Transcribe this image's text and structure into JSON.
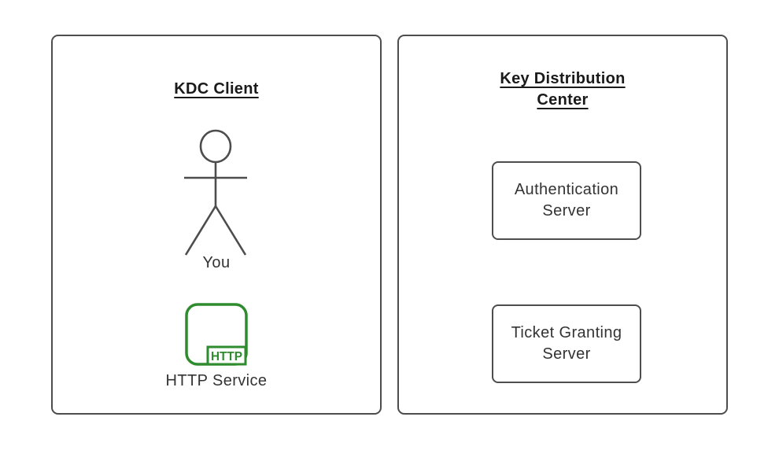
{
  "colors": {
    "background": "#ffffff",
    "stroke": "#4d4d4d",
    "title_text": "#1a1a1a",
    "label_text": "#333333",
    "accent_green": "#2e8b2e"
  },
  "client_panel": {
    "title": "KDC Client",
    "actor_icon": "stick-figure-person-icon",
    "actor_label": "You",
    "service_icon": "http-window-icon",
    "service_badge_label": "HTTP",
    "service_label": "HTTP Service"
  },
  "kdc_panel": {
    "title_lines": [
      "Key Distribution",
      "Center"
    ],
    "boxes": [
      {
        "lines": [
          "Authentication",
          "Server"
        ]
      },
      {
        "lines": [
          "Ticket Granting",
          "Server"
        ]
      }
    ]
  }
}
